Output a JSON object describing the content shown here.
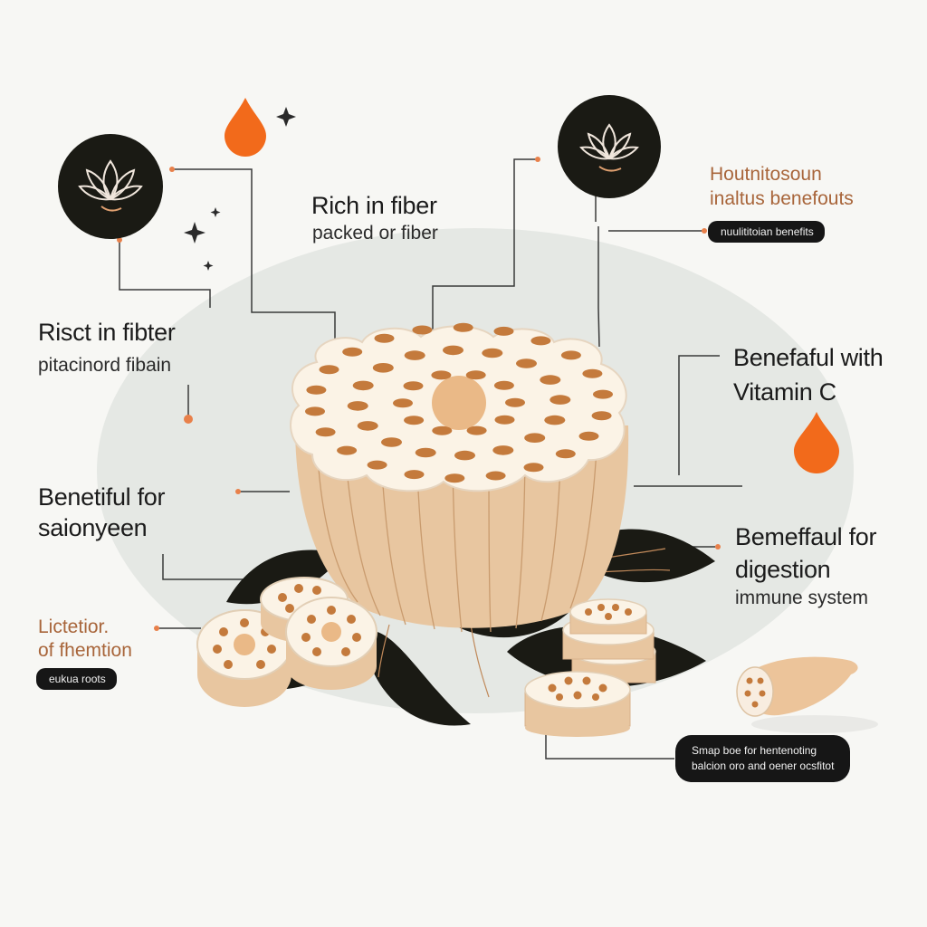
{
  "colors": {
    "background": "#f7f7f4",
    "backdrop": "#e5e8e4",
    "dark": "#1a1a14",
    "accent_orange": "#f26a1b",
    "tan": "#e8c6a0",
    "cream": "#fbf3e6",
    "hole": "#c47a3c",
    "line": "#3a3a3a"
  },
  "icons": {
    "lotus_left": "lotus-icon",
    "lotus_right": "lotus-icon",
    "drop_top": "water-drop-icon",
    "drop_right": "water-drop-icon",
    "sparkle": "sparkle-icon"
  },
  "labels": {
    "top_center_title": "Rich in fiber",
    "top_center_sub": "packed or fiber",
    "left_top_title": "Risct in fibter",
    "left_top_sub": "pitacinord fibain",
    "left_mid_title": "Benetiful for",
    "left_mid_sub": "saionyeen",
    "left_bottom_line1": "Lictetior.",
    "left_bottom_line2": "of fhemtion",
    "left_bottom_pill": "eukua roots",
    "right_top_line1": "Houtnitosoun",
    "right_top_line2": "inaltus benefouts",
    "right_top_pill": "nuulititoian benefits",
    "right_mid_title_line1": "Benefaful with",
    "right_mid_title_line2": "Vitamin C",
    "right_low_title_line1": "Bemeffaul for",
    "right_low_title_line2": "digestion",
    "right_low_sub": "immune system",
    "bottom_right_pill_line1": "Smap boe for hentenoting",
    "bottom_right_pill_line2": "balcion oro and oener ocsfitot"
  }
}
